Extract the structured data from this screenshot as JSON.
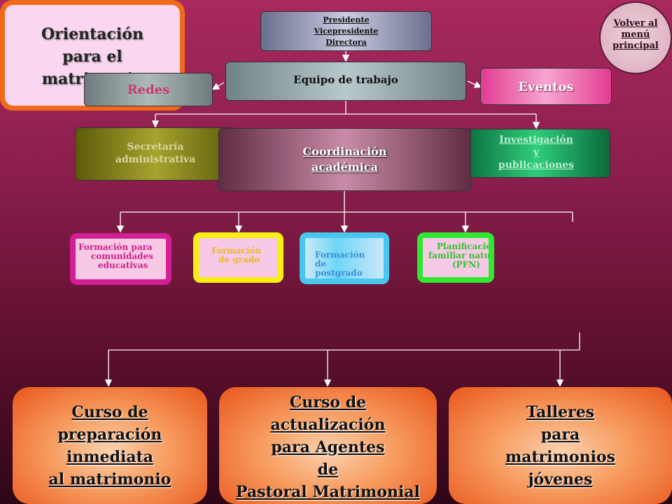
{
  "nodes": {
    "presidente": [
      "Presidente",
      "Vicepresidente",
      "Directora"
    ],
    "equipo": "Equipo de trabajo",
    "redes": "Redes",
    "eventos": "Eventos",
    "secretaria": [
      "Secretaría",
      "administrativa"
    ],
    "coordinacion": [
      "Coordinación",
      "académica"
    ],
    "investigacion": [
      "Investigación",
      "y",
      "publicaciones"
    ],
    "formacion_comunidades": [
      "Formación para",
      "comunidades",
      "educativas"
    ],
    "formacion_grado": [
      "Formación",
      "de grado"
    ],
    "formacion_postgrado": [
      "Formación",
      "de postgrado"
    ],
    "planificacion": [
      "Planificación",
      "familiar natural",
      "(PFN)"
    ],
    "orientacion": [
      "Orientación",
      "para el",
      "matrimonio"
    ],
    "curso_preparacion": [
      "Curso de",
      "preparación",
      "inmediata",
      "al matrimonio"
    ],
    "curso_actualizacion": [
      "Curso de",
      "actualización",
      "para Agentes",
      "de",
      "Pastoral Matrimonial"
    ],
    "talleres": [
      "Talleres",
      "para",
      "matrimonios",
      "jóvenes"
    ]
  },
  "nav": {
    "volver": [
      "Volver al",
      "menú",
      "principal"
    ]
  }
}
